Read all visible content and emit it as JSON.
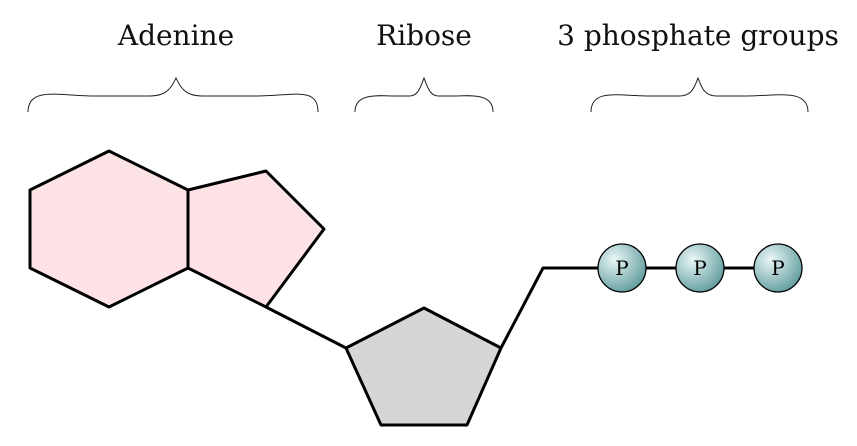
{
  "labels": {
    "adenine": "Adenine",
    "ribose": "Ribose",
    "phosphates": "3 phosphate groups"
  },
  "phosphate": {
    "symbols": [
      "P",
      "P",
      "P"
    ]
  },
  "colors": {
    "adenine_fill": "#fde3e5",
    "ribose_fill": "#d6d6d6",
    "phosphate_light": "#eaf7f7",
    "phosphate_dark": "#5e9a9b",
    "outline": "#000000"
  }
}
